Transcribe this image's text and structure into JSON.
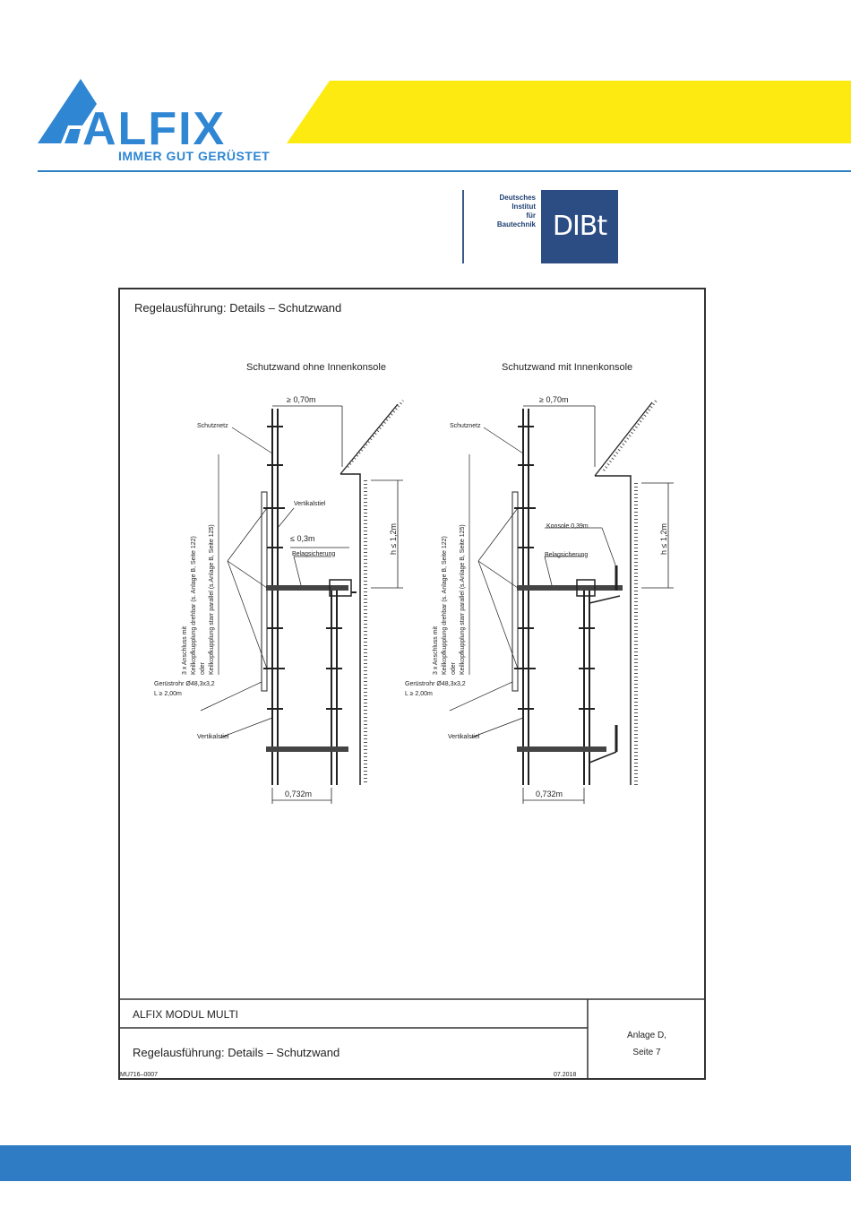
{
  "header": {
    "logo_word": "ALFIX",
    "tagline": "IMMER GUT GERÜSTET",
    "brand_color": "#2f86d3",
    "band_color": "#fcea10"
  },
  "dibt": {
    "text": "Deutsches\nInstitut\nfür\nBautechnik",
    "box_label": "DIBt"
  },
  "drawing": {
    "title": "Regelausführung:  Details  –  Schutzwand",
    "left": {
      "heading": "Schutzwand ohne Innenkonsole",
      "gap": "≥ 0,70m",
      "netz": "Schutznetz",
      "vstiel": "Vertikalstiel",
      "dist": "≤ 0,3m",
      "beleg": "Belagsicherung",
      "height": "h ≤ 1,2m",
      "anschluss": "3 x Anschluss mit",
      "kupplung1": "Keilkopfkupplung drehbar  (s. Anlage B, Seite 122)",
      "oder": "oder",
      "kupplung2": "Keilkopfkupplung starr parallel  (s.Anlage B, Seite 125)",
      "rohr1": "Gerüstrohr Ø48,3x3,2",
      "rohr2": "L ≥ 2,00m",
      "vstiel2": "Vertikalstiel",
      "width": "0,732m"
    },
    "right": {
      "heading": "Schutzwand mit Innenkonsole",
      "gap": "≥ 0,70m",
      "netz": "Schutznetz",
      "konsole": "Konsole 0,39m",
      "beleg": "Belagsicherung",
      "height": "h ≤ 1,2m",
      "anschluss": "3 x Anschluss mit",
      "kupplung1": "Keilkopfkupplung drehbar  (s. Anlage B, Seite 122)",
      "oder": "oder",
      "kupplung2": "Keilkopfkupplung starr parallel  (s.Anlage B, Seite 125)",
      "rohr1": "Gerüstrohr Ø48,3x3,2",
      "rohr2": "L ≥ 2,00m",
      "vstiel2": "Vertikalstiel",
      "width": "0,732m"
    },
    "titleblock": {
      "product": "ALFIX  MODUL  MULTI",
      "subject": "Regelausführung:  Details  –  Schutzwand",
      "drawing_no": "MU716–0007",
      "date": "07.2018",
      "annex": "Anlage D,",
      "page": "Seite 7"
    }
  }
}
